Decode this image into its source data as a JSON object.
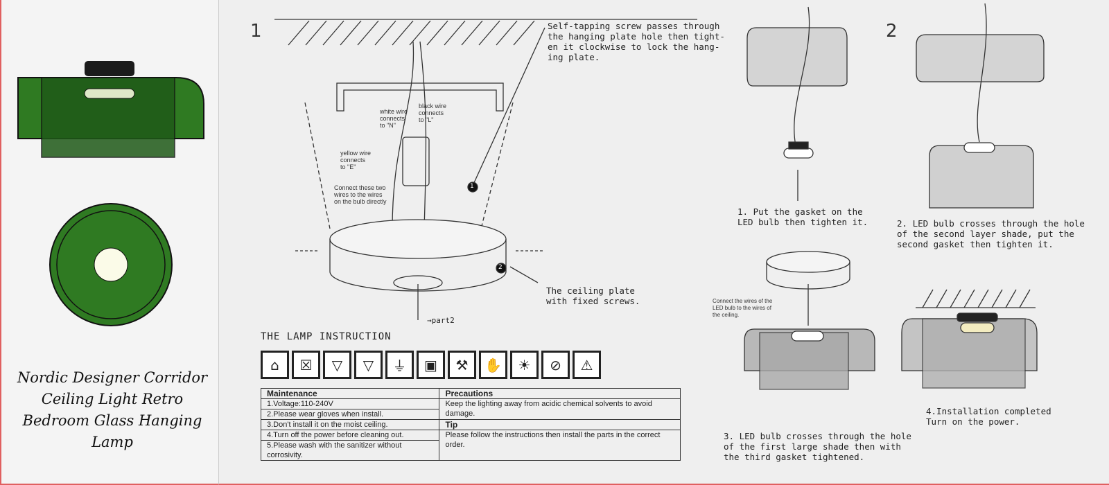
{
  "product": {
    "title": "Nordic Designer Corridor Ceiling Light Retro Bedroom Glass Hanging Lamp",
    "shade_color": "#2f7a22",
    "shade_dark": "#1f5a18"
  },
  "step1": {
    "number": "1",
    "callout_screw": "Self-tapping screw passes through\nthe hanging plate hole then tight-\nen it clockwise to lock the hang-\ning plate.",
    "white_wire": "white wire\nconnects\nto \"N\"",
    "black_wire": "black wire\nconnects\nto \"L\"",
    "yellow_wire": "yellow wire\nconnects\nto \"E\"",
    "connect_note": "Connect these two\nwires to the wires\non the bulb directly",
    "marker1": "1",
    "marker2": "2",
    "callout_plate": "The ceiling plate\nwith fixed screws.",
    "part2": "→part2"
  },
  "instruction": {
    "heading": "THE LAMP INSTRUCTION",
    "icons": [
      "no-house-icon",
      "no-cover-icon",
      "triangle-v-icon",
      "triangle-v-icon-2",
      "ground-icon",
      "double-insulation-icon",
      "installer-icon",
      "no-touch-icon",
      "no-hot-icon",
      "no-dimmer-icon",
      "no-insulation-icon"
    ],
    "icon_glyphs": [
      "⌂",
      "☒",
      "▽",
      "▽",
      "⏚",
      "▣",
      "⚒",
      "✋",
      "☀",
      "⊘",
      "⚠"
    ],
    "maintenance_header": "Maintenance",
    "maintenance": [
      "1.Voltage:110-240V",
      "2.Please wear gloves when install.",
      "3.Don't install it on the moist ceiling.",
      "4.Turn off the power before cleaning out.",
      "5.Please wash with the sanitizer without corrosivity."
    ],
    "precautions_header": "Precautions",
    "precautions": "Keep the lighting away from acidic chemical solvents to avoid damage.",
    "tip_header": "Tip",
    "tip": "Please follow the instructions then install the parts in the correct order."
  },
  "step2": {
    "number": "2",
    "cap1": "1. Put the gasket on the\nLED bulb then tighten it.",
    "cap2": "2. LED bulb crosses through the hole\nof the second layer shade, put the\nsecond gasket then tighten it.",
    "cap3": "3. LED bulb crosses through the hole\nof the first large shade then with\nthe third gasket tightened.",
    "cap4": "4.Installation completed\nTurn on the power.",
    "wires_note": "Connect the wires of the\nLED bulb to the wires of\nthe ceiling."
  }
}
